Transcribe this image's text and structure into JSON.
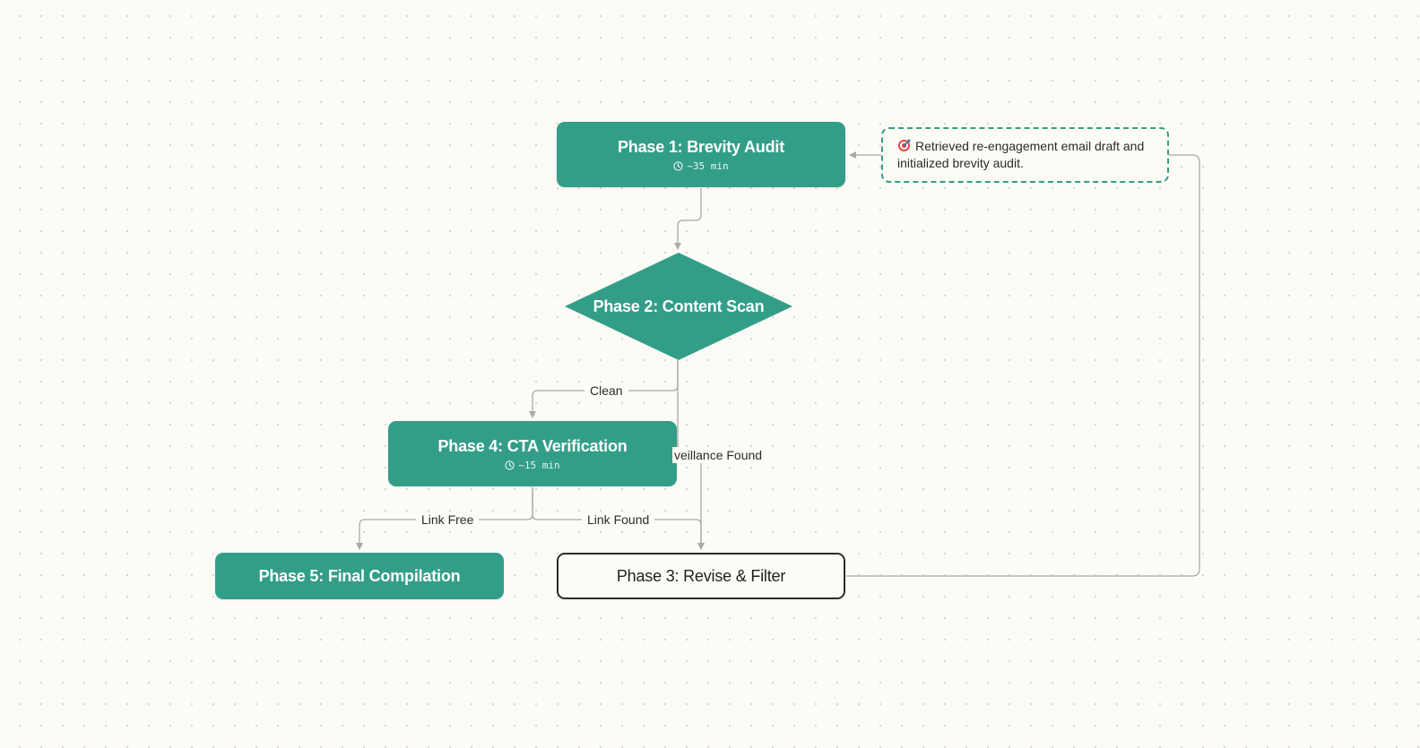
{
  "diagram": {
    "nodes": {
      "phase1": {
        "title": "Phase 1: Brevity Audit",
        "duration": "~35 min"
      },
      "phase2": {
        "title": "Phase 2: Content Scan"
      },
      "phase3": {
        "title": "Phase 3: Revise & Filter"
      },
      "phase4": {
        "title": "Phase 4: CTA Verification",
        "duration": "~15 min"
      },
      "phase5": {
        "title": "Phase 5: Final Compilation"
      }
    },
    "edges": {
      "clean": "Clean",
      "surveillance_found": "veillance Found",
      "link_free": "Link Free",
      "link_found": "Link Found"
    },
    "note": {
      "icon": "target-icon",
      "text": "Retrieved re-engagement email draft and initialized brevity audit."
    }
  },
  "colors": {
    "node_fill": "#339e88",
    "edge": "#a9a9a9",
    "background": "#fcfbf6",
    "outline": "#2b2b2b"
  }
}
